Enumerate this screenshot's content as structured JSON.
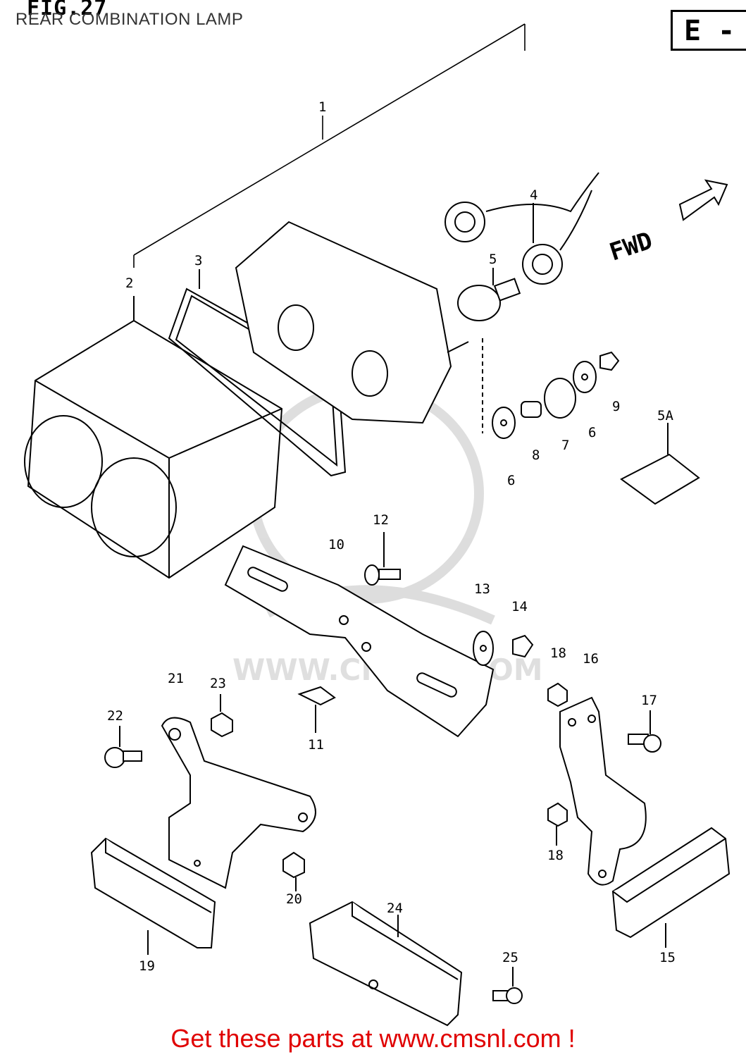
{
  "header": {
    "title": "REAR COMBINATION LAMP",
    "fig_label": "FIG.27",
    "region_box": "E -"
  },
  "diagram": {
    "direction_label": "FWD",
    "watermark": "WWW.CMSNL.COM",
    "part_numbers": [
      "1",
      "2",
      "3",
      "4",
      "5",
      "5A",
      "6",
      "6",
      "7",
      "8",
      "9",
      "10",
      "11",
      "12",
      "13",
      "14",
      "15",
      "16",
      "17",
      "18",
      "18",
      "19",
      "20",
      "21",
      "22",
      "23",
      "24",
      "25"
    ]
  },
  "footer": {
    "link_text": "Get these parts at www.cmsnl.com !",
    "link_color": "#e00000"
  }
}
